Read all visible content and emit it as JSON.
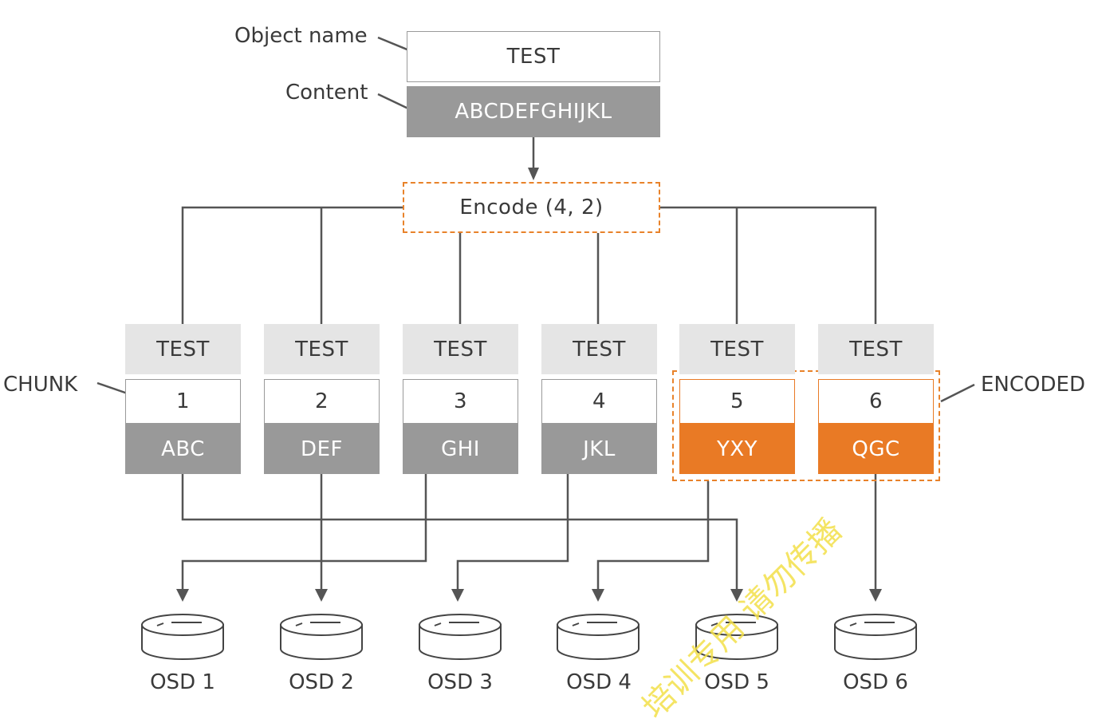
{
  "object": {
    "name_label": "Object name",
    "name": "TEST",
    "content_label": "Content",
    "content": "ABCDEFGHIJKL"
  },
  "encode_label": "Encode (4, 2)",
  "chunk_label": "CHUNK",
  "encoded_label": "ENCODED",
  "chunks": [
    {
      "name": "TEST",
      "id": "1",
      "data": "ABC",
      "parity": false
    },
    {
      "name": "TEST",
      "id": "2",
      "data": "DEF",
      "parity": false
    },
    {
      "name": "TEST",
      "id": "3",
      "data": "GHI",
      "parity": false
    },
    {
      "name": "TEST",
      "id": "4",
      "data": "JKL",
      "parity": false
    },
    {
      "name": "TEST",
      "id": "5",
      "data": "YXY",
      "parity": true
    },
    {
      "name": "TEST",
      "id": "6",
      "data": "QGC",
      "parity": true
    }
  ],
  "osds": [
    "OSD 1",
    "OSD 2",
    "OSD 3",
    "OSD 4",
    "OSD 5",
    "OSD 6"
  ],
  "watermark": "培训专用 请勿传播",
  "colors": {
    "line": "#555555",
    "accent": "#e97a25",
    "data_fill": "#999999",
    "header_fill": "#e5e5e5"
  }
}
